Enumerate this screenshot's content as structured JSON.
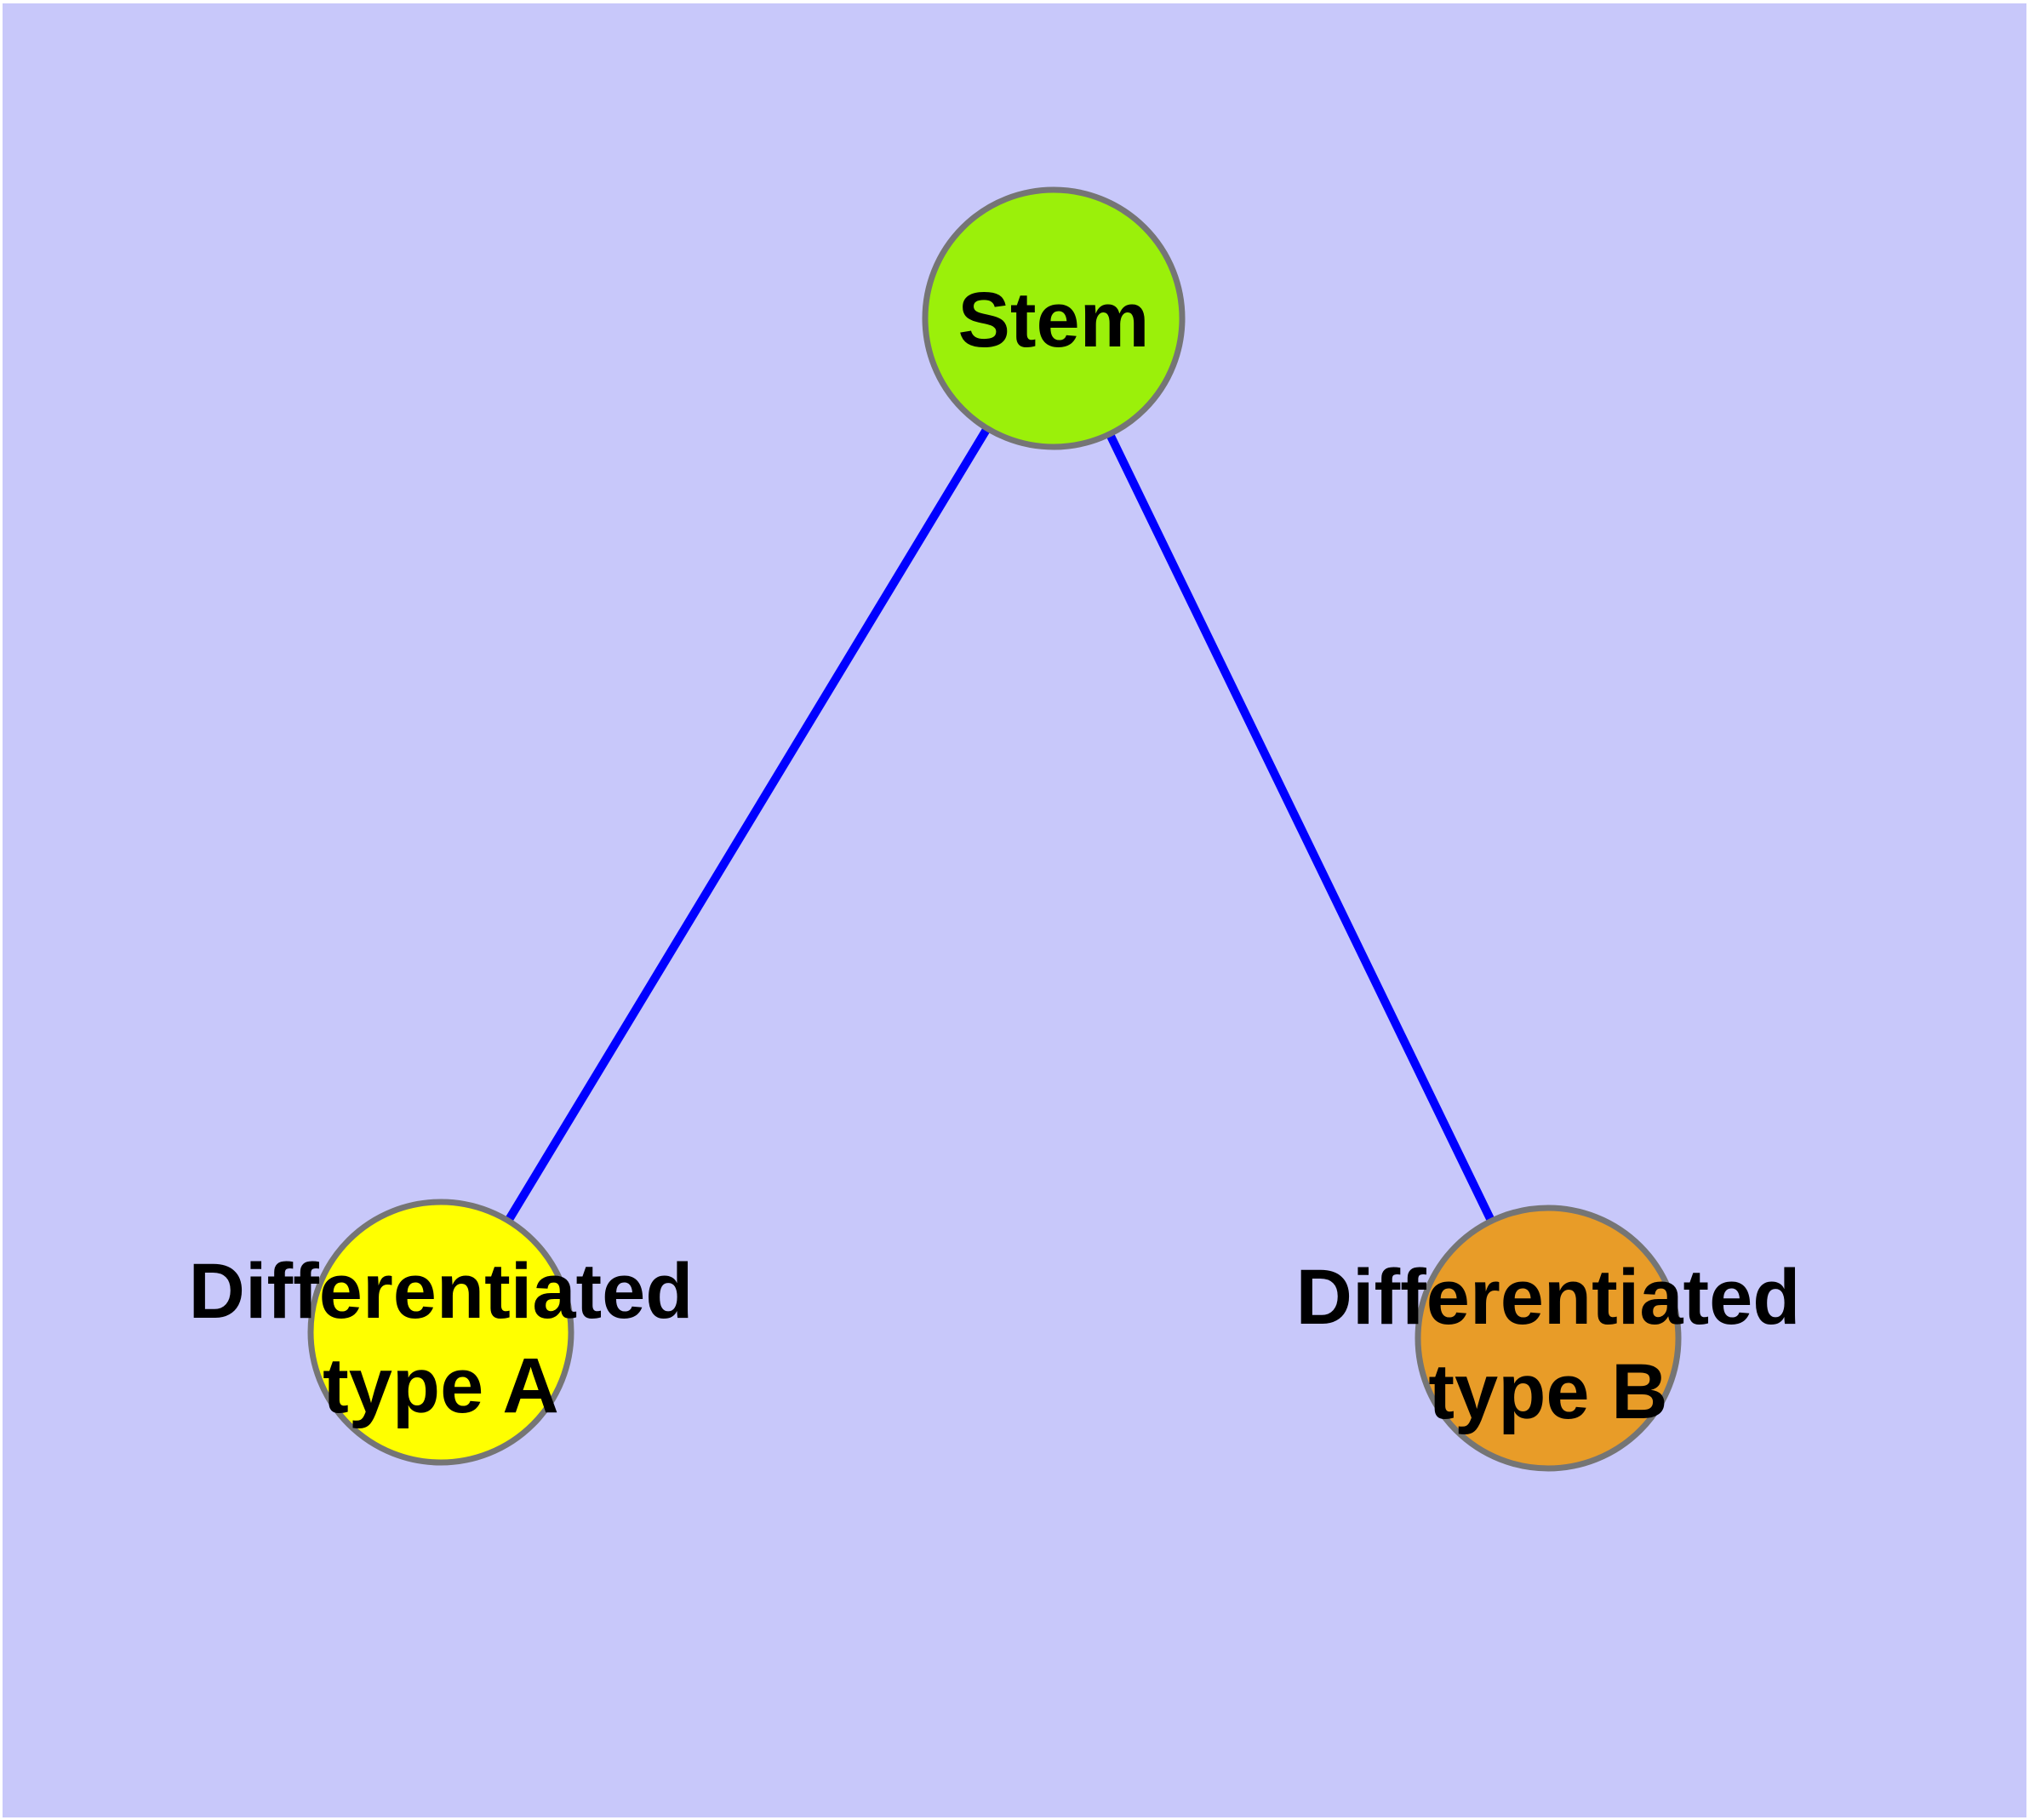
{
  "colors": {
    "background": "#C8C8FA",
    "edge": "#0000FF",
    "node_border": "#757575",
    "label_text": "#000000"
  },
  "nodes": {
    "stem": {
      "label": "Stem",
      "color": "#9BF00A"
    },
    "type_a": {
      "label_line1": "Differentiated",
      "label_line2": "type A",
      "label_full": "Differentiated type A",
      "color": "#FFFF00"
    },
    "type_b": {
      "label_line1": "Differentiated",
      "label_line2": "type B",
      "label_full": "Differentiated type B",
      "color": "#E89C28"
    }
  },
  "edges": [
    {
      "from": "Stem",
      "to": "Differentiated type A"
    },
    {
      "from": "Stem",
      "to": "Differentiated type B"
    }
  ]
}
